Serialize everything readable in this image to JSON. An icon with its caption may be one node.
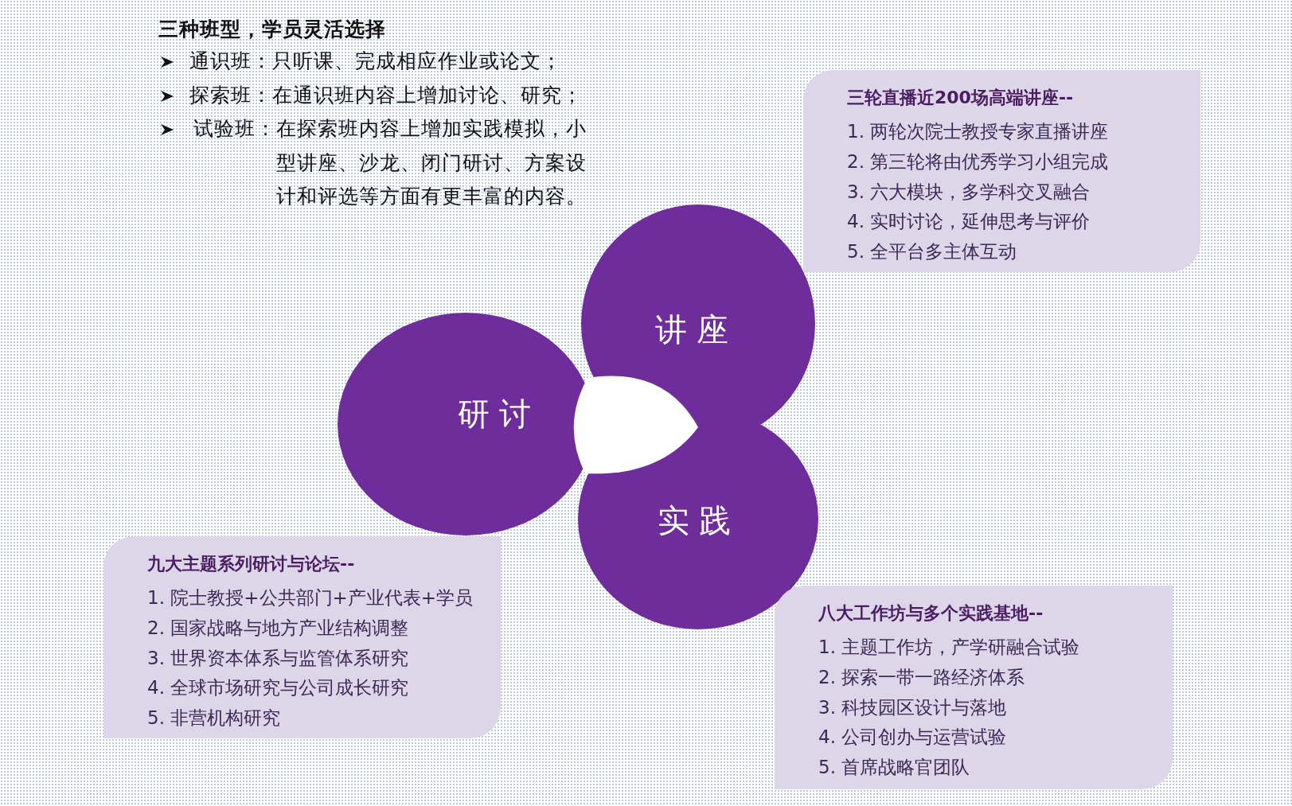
{
  "diagram": {
    "nodes": [
      {
        "text": [
          "三轮直播近200场高端讲座--",
          "1. 两轮次院士教授专家直播讲座",
          "2. 第三轮将由优秀学习小组完成",
          "3. 六大模块，多学科交叉融合",
          "4. 实时讨论，延伸思考与评价",
          "5. 全平台多主体互动"
        ]
      },
      {
        "text": [
          "讲 座"
        ]
      },
      {
        "text": [
          "研 讨"
        ]
      },
      {
        "text": [
          "实 践"
        ]
      },
      {
        "text": [
          "九大主题系列研讨与论坛--",
          "1. 院士教授+公共部门+产业代表+学员",
          "2. 国家战略与地方产业结构调整",
          "3. 世界资本体系与监管体系研究",
          "4. 全球市场研究与公司成长研究",
          "5. 非营机构研究"
        ]
      },
      {
        "text": [
          "八大工作坊与多个实践基地--",
          "1. 主题工作坊，产学研融合试验",
          "2. 探索一带一路经济体系",
          "3. 科技园区设计与落地",
          "4. 公司创办与运营试验",
          "5. 首席战略官团队"
        ]
      }
    ],
    "edges": [],
    "labels": [
      "三种班型，学员灵活选择",
      "通识班：只听课、完成相应作业或论文；",
      "探索班：在通识班内容上增加讨论、研究；",
      "试验班：在探索班内容上增加实践模拟，小型讲座、沙龙、闭门研讨、方案设计和评选等方面有更丰富的内容。"
    ]
  }
}
